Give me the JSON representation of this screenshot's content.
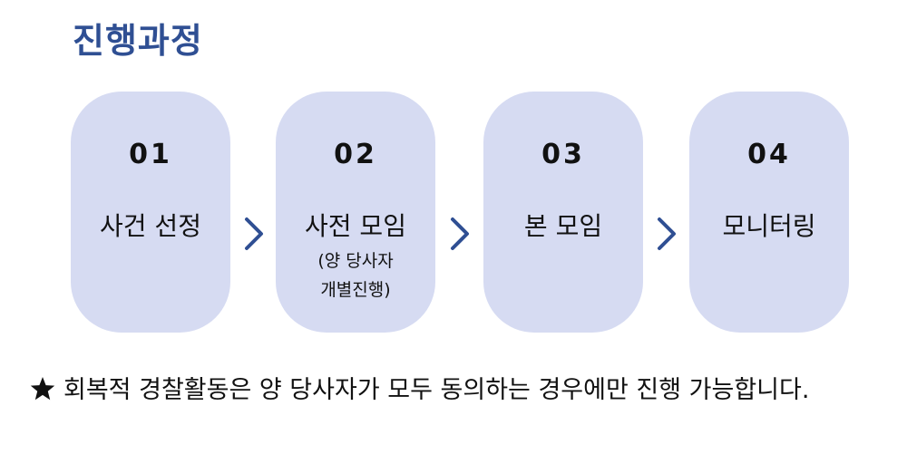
{
  "title": "진행과정",
  "steps": [
    {
      "number": "01",
      "label": "사건 선정",
      "note": ""
    },
    {
      "number": "02",
      "label": "사전 모임",
      "note": "(양 당사자\n개별진행)"
    },
    {
      "number": "03",
      "label": "본 모임",
      "note": ""
    },
    {
      "number": "04",
      "label": "모니터링",
      "note": ""
    }
  ],
  "footer": {
    "icon": "star-icon",
    "text": "회복적 경찰활동은 양 당사자가 모두 동의하는 경우에만 진행 가능합니다."
  },
  "colors": {
    "title": "#2f4f93",
    "step_background": "#d6dbf2",
    "arrow": "#2f4f93",
    "text": "#111111"
  },
  "icons": {
    "arrow": "chevron-right-icon"
  }
}
